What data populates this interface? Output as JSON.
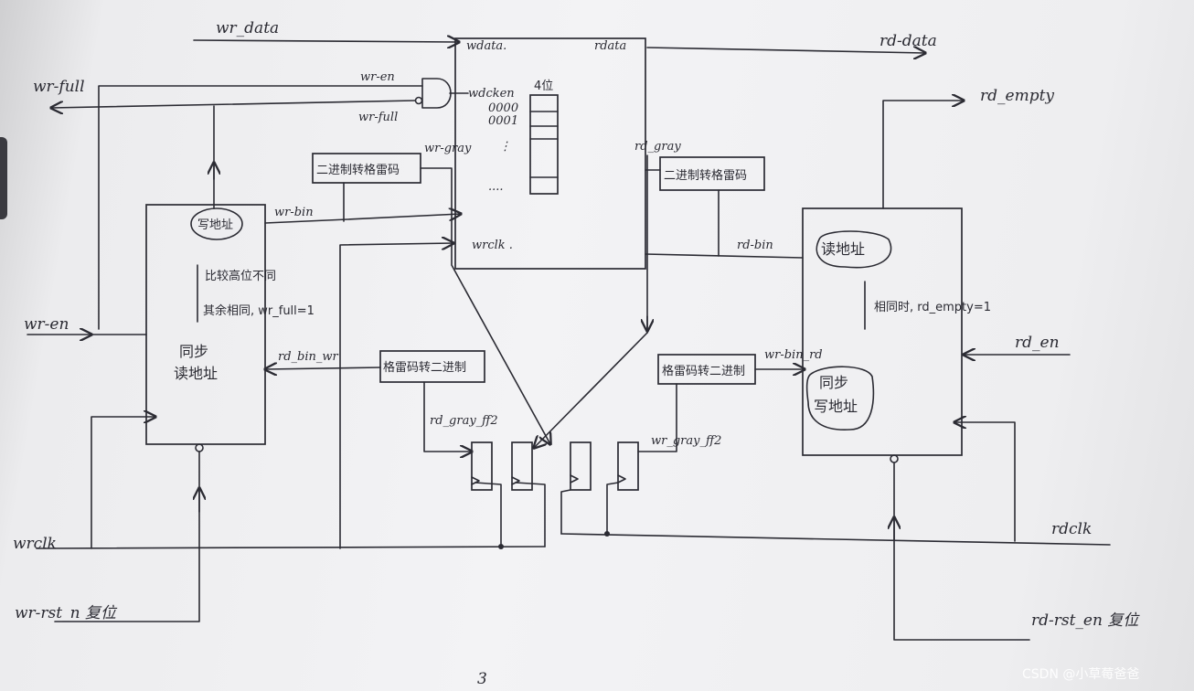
{
  "signals": {
    "wr_data": "wr_data",
    "rd_data": "rd-data",
    "wr_full": "wr-full",
    "rd_empty": "rd_empty",
    "wr_en": "wr-en",
    "rd_en": "rd_en",
    "wrclk": "wrclk",
    "rdclk": "rdclk",
    "wr_rst": "wr-rst_n 复位",
    "rd_rst": "rd-rst_en 复位"
  },
  "memory": {
    "wdata": "wdata.",
    "rdata": "rdata",
    "wdclken": "wdcken",
    "wrclk": "wrclk .",
    "width": "4位",
    "addr0": "0000",
    "addr1": "0001",
    "dots1": "⋮",
    "dots2": "....",
    "gate_wr_en": "wr-en",
    "gate_wr_full": "wr-full"
  },
  "write_side": {
    "addr_label": "写地址",
    "compare_line1": "比较高位不同",
    "compare_line2": "其余相同, wr_full=1",
    "sync_line1": "同步",
    "sync_line2": "读地址",
    "wr_bin": "wr-bin",
    "rd_bin_wr": "rd_bin_wr",
    "wr_gray": "wr-gray",
    "b2g": "二进制转格雷码",
    "g2b": "格雷码转二进制",
    "rd_gray_ff2": "rd_gray_ff2"
  },
  "read_side": {
    "addr_label": "读地址",
    "compare": "相同时, rd_empty=1",
    "sync_line1": "同步",
    "sync_line2": "写地址",
    "rd_bin": "rd-bin",
    "wr_bin_rd": "wr-bin_rd",
    "rd_gray": "rd_gray",
    "b2g": "二进制转格雷码",
    "g2b": "格雷码转二进制",
    "wr_gray_ff2": "wr_gray_ff2"
  },
  "footer": {
    "page_mark": "3",
    "watermark": "CSDN @小草莓爸爸"
  }
}
